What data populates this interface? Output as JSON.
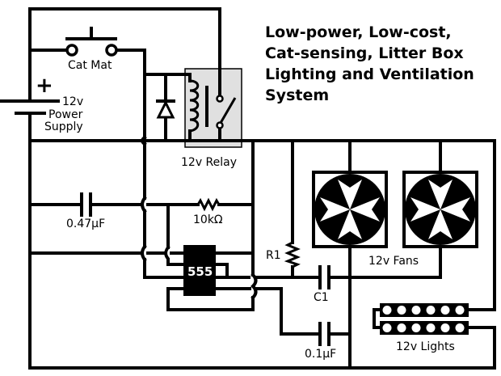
{
  "title": {
    "lines": [
      "Low-power, Low-cost,",
      "Cat-sensing, Litter Box",
      "Lighting and Ventilation",
      "System"
    ]
  },
  "components": {
    "switch": {
      "label": "Cat Mat",
      "type": "push-button switch (normally open)"
    },
    "power_supply": {
      "label_lines": [
        "12v",
        "Power",
        "Supply"
      ],
      "polarity_mark": "+"
    },
    "relay": {
      "label": "12v Relay",
      "box_color": "#e0e0e0"
    },
    "flyback_diode": {
      "label": ""
    },
    "cap_timing": {
      "label": "0.47µF"
    },
    "resistor_timing": {
      "label": "10kΩ"
    },
    "timer_ic": {
      "label": "555"
    },
    "resistor_r1": {
      "label": "R1"
    },
    "cap_c1": {
      "label": "C1"
    },
    "cap_small": {
      "label": "0.1µF"
    },
    "fans": {
      "label": "12v Fans",
      "count": 2
    },
    "lights": {
      "label": "12v Lights",
      "strips": 2,
      "leds_per_strip": 6
    }
  },
  "colors": {
    "wire": "#000000",
    "background": "#ffffff",
    "relay_fill": "#e0e0e0",
    "chip_fill": "#000000",
    "chip_text": "#ffffff"
  }
}
